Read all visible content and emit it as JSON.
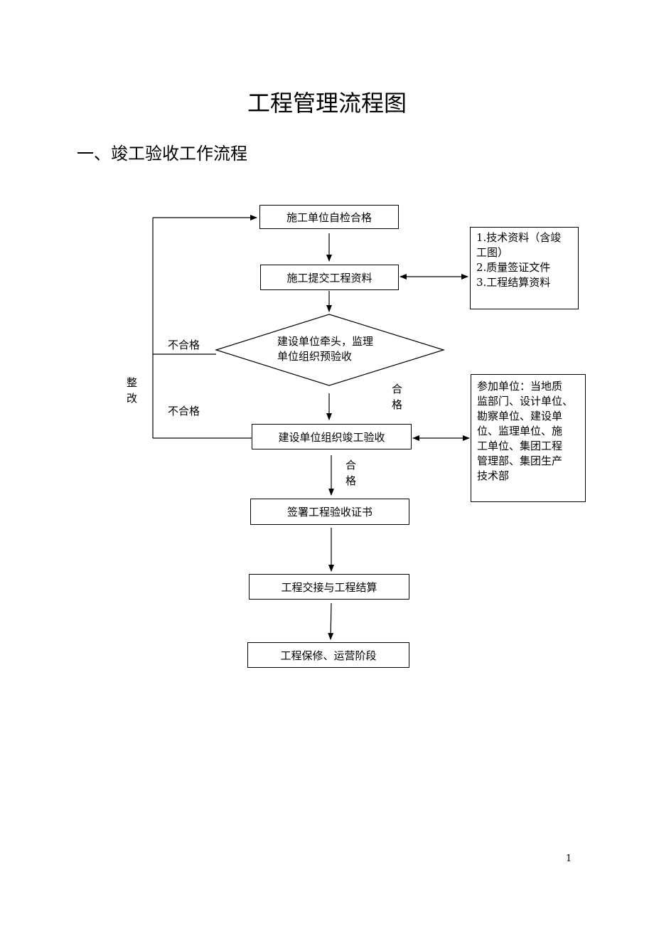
{
  "page": {
    "title": "工程管理流程图",
    "section_title": "一、竣工验收工作流程",
    "page_number": "1"
  },
  "flow": {
    "step1": "施工单位自检合格",
    "step2": "施工提交工程资料",
    "decision": {
      "line1": "建设单位牵头，监理",
      "line2": "单位组织预验收"
    },
    "step4": "建设单位组织竣工验收",
    "step5": "签署工程验收证书",
    "step6": "工程交接与工程结算",
    "step7": "工程保修、运营阶段"
  },
  "notes": {
    "materials": [
      "1.技术资料（含竣",
      "工图）",
      "2.质量签证文件",
      "3.工程结算资料"
    ],
    "participants": [
      "参加单位：当地质",
      "监部门、设计单位、",
      "勘察单位、建设单",
      "位、监理单位、施",
      "工单位、集团工程",
      "管理部、集团生产",
      "技术部"
    ]
  },
  "labels": {
    "fail1": "不合格",
    "fail2": "不合格",
    "rectify": "整改",
    "pass1": "合格",
    "pass2": "合格"
  }
}
